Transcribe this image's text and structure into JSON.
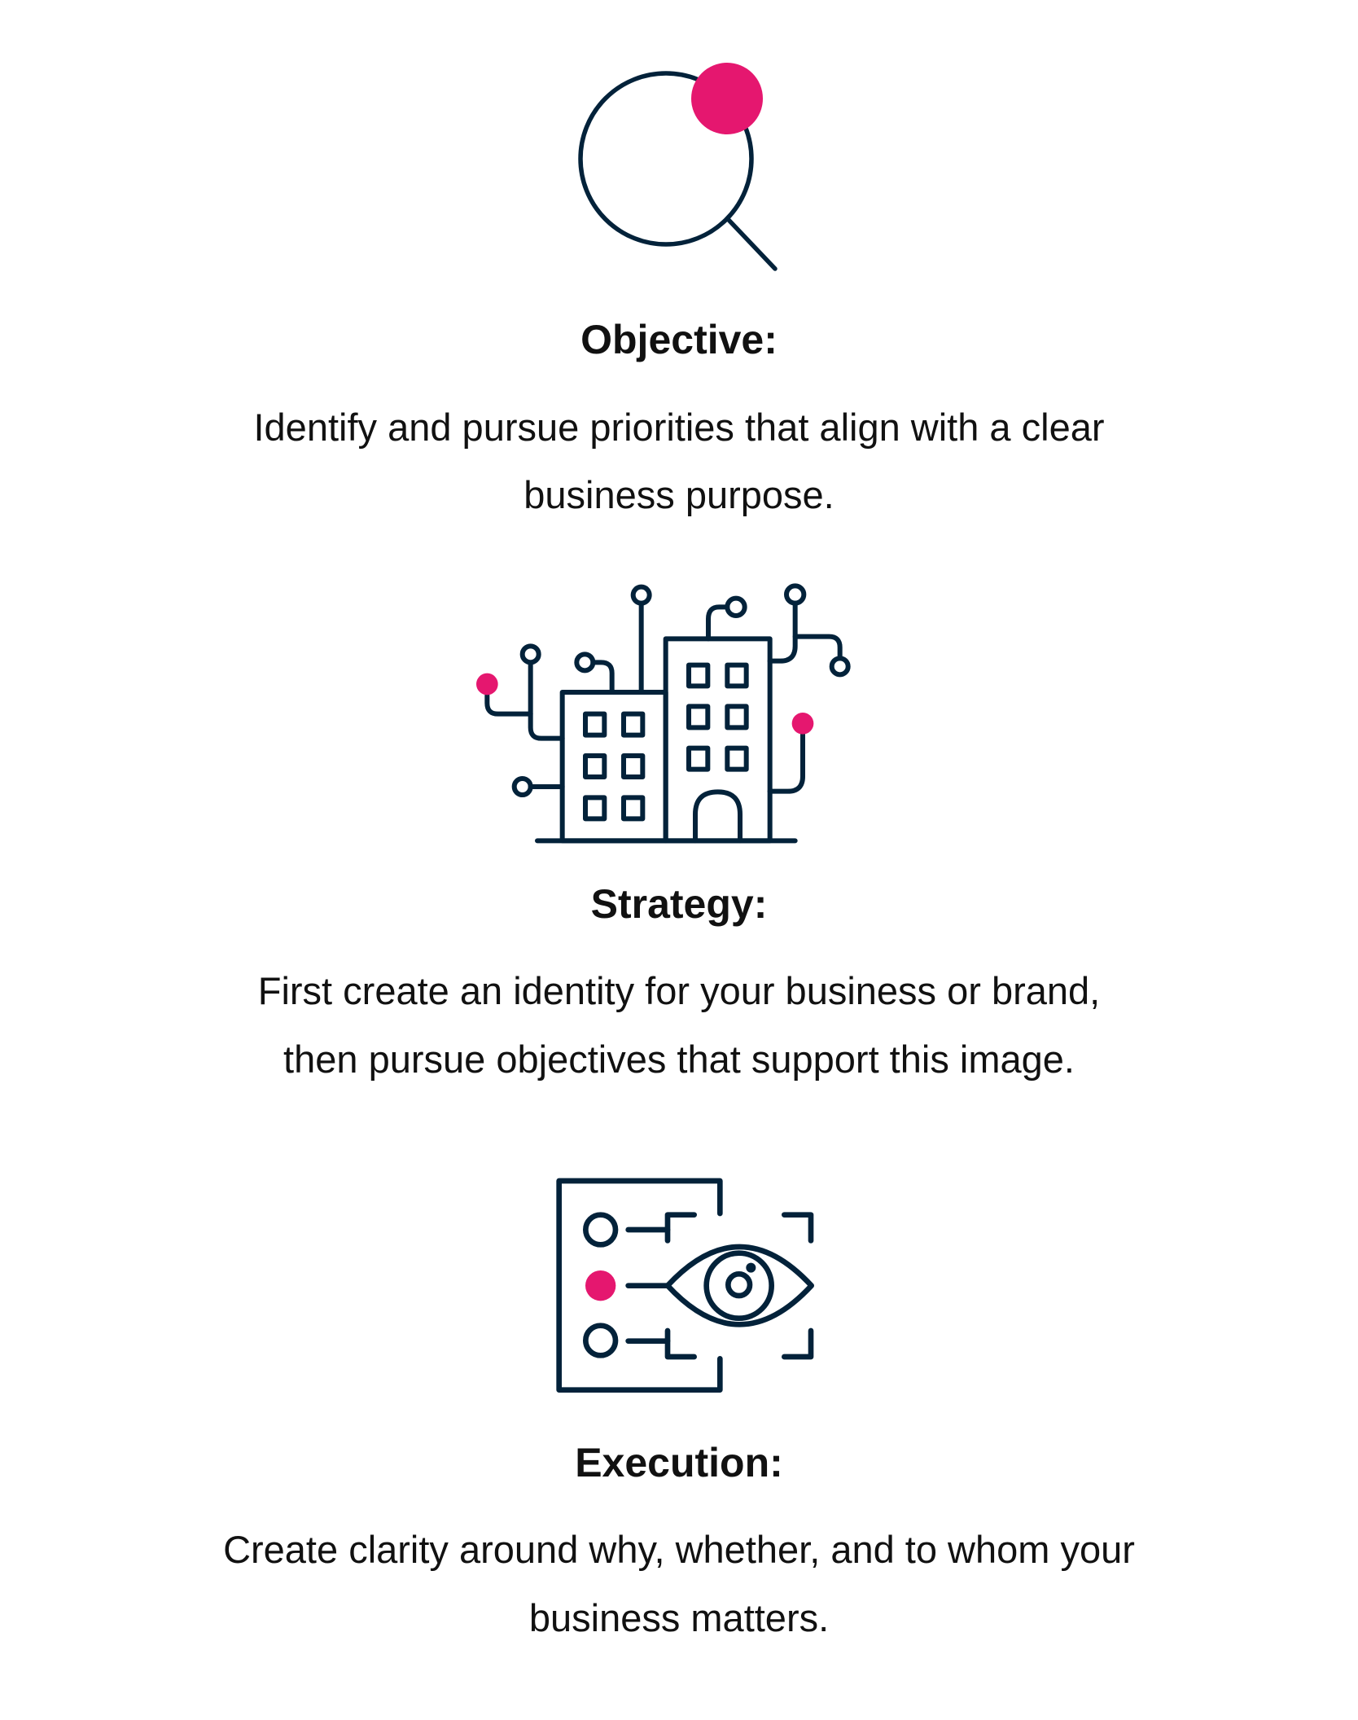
{
  "colors": {
    "ink": "#03223a",
    "accent": "#e5176f"
  },
  "sections": [
    {
      "icon": "magnifier-icon",
      "heading": "Objective:",
      "lines": [
        "Identify and pursue priorities that align with a clear",
        "business purpose."
      ]
    },
    {
      "icon": "buildings-network-icon",
      "heading": "Strategy:",
      "lines": [
        "First create an identity for your business or brand,",
        "then pursue objectives that support this image."
      ]
    },
    {
      "icon": "document-eye-icon",
      "heading": "Execution:",
      "lines": [
        "Create clarity around why, whether, and to whom your",
        "business matters."
      ]
    }
  ]
}
